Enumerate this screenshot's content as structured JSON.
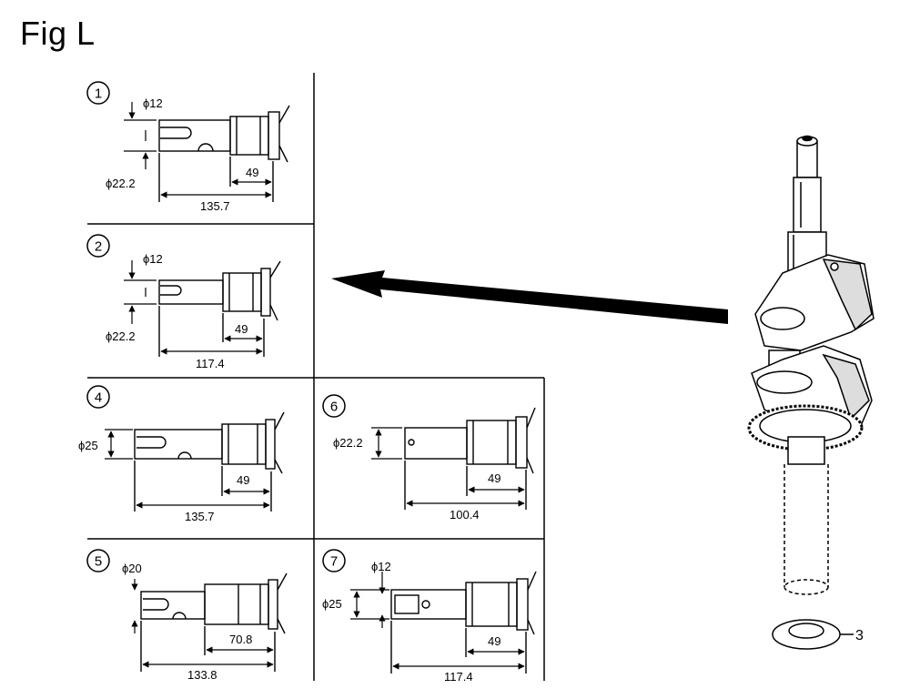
{
  "figure": {
    "title": "Fig L"
  },
  "panels": {
    "p1": {
      "number": "1",
      "dims": {
        "d_small": "ϕ12",
        "d_large": "ϕ22.2",
        "len_short": "49",
        "len_total": "135.7"
      }
    },
    "p2": {
      "number": "2",
      "dims": {
        "d_small": "ϕ12",
        "d_large": "ϕ22.2",
        "len_short": "49",
        "len_total": "117.4"
      }
    },
    "p4": {
      "number": "4",
      "dims": {
        "d_large": "ϕ25",
        "len_short": "49",
        "len_total": "135.7"
      }
    },
    "p5": {
      "number": "5",
      "dims": {
        "d_small": "ϕ20",
        "len_short": "70.8",
        "len_total": "133.8"
      }
    },
    "p6": {
      "number": "6",
      "dims": {
        "d_large": "ϕ22.2",
        "len_short": "49",
        "len_total": "100.4"
      }
    },
    "p7": {
      "number": "7",
      "dims": {
        "d_small": "ϕ12",
        "d_large": "ϕ25",
        "len_short": "49",
        "len_total": "117.4"
      }
    }
  },
  "callout": {
    "label": "3"
  }
}
